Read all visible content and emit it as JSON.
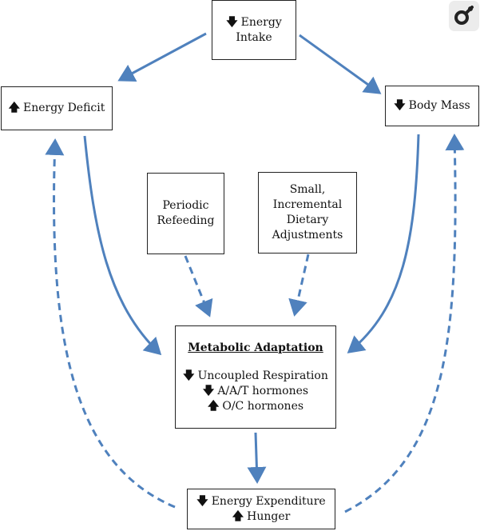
{
  "boxes": {
    "energy_intake": {
      "arrow": "down",
      "lines": [
        "Energy",
        "Intake"
      ]
    },
    "energy_deficit": {
      "arrow": "up",
      "text": "Energy Deficit"
    },
    "body_mass": {
      "arrow": "down",
      "text": "Body Mass"
    },
    "periodic_refeeding": {
      "lines": [
        "Periodic",
        "Refeeding"
      ]
    },
    "dietary_adjustments": {
      "lines": [
        "Small,",
        "Incremental",
        "Dietary",
        "Adjustments"
      ]
    },
    "metabolic_adaptation": {
      "title": "Metabolic Adaptation",
      "items": [
        {
          "arrow": "down",
          "text": "Uncoupled Respiration"
        },
        {
          "arrow": "down",
          "text": "A/A/T hormones"
        },
        {
          "arrow": "up",
          "text": "O/C hormones"
        }
      ]
    },
    "energy_expenditure": {
      "items": [
        {
          "arrow": "down",
          "text": "Energy Expenditure"
        },
        {
          "arrow": "up",
          "text": "Hunger"
        }
      ]
    }
  },
  "glyphs": {
    "up": "🡅",
    "down": "🡇"
  },
  "colors": {
    "arrow": "#4f81bd",
    "border": "#222222"
  },
  "logo": {
    "icon": "magnifier-logo-icon"
  }
}
